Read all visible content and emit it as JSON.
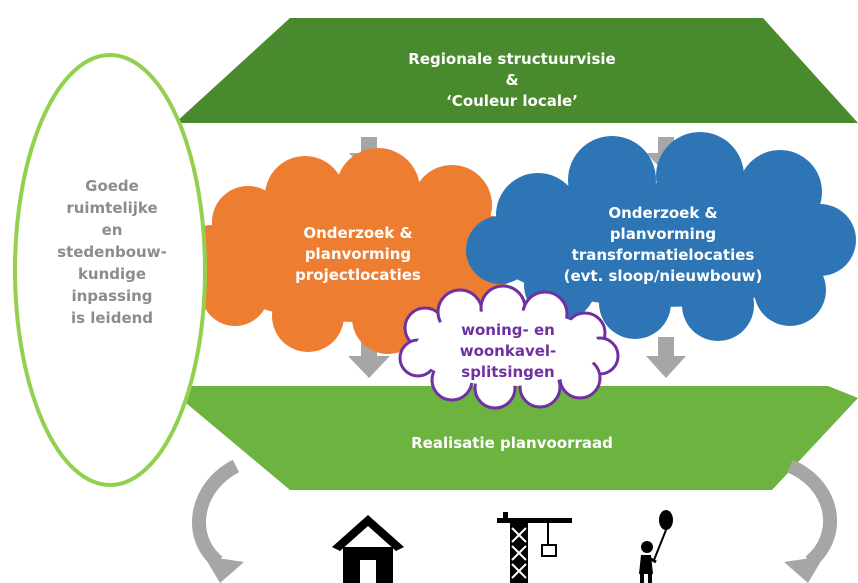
{
  "top_banner": {
    "lines": [
      "Regionale structuurvisie",
      "&",
      "‘Couleur locale’"
    ],
    "color": "#4a8a2e"
  },
  "bottom_banner": {
    "label": "Realisatie planvoorraad",
    "color": "#6db33f"
  },
  "side_oval": {
    "lines": [
      "Goede",
      "ruimtelijke",
      "en",
      "stedenbouw-",
      "kundige",
      "inpassing",
      "is leidend"
    ],
    "border_color": "#92d050"
  },
  "cloud_orange": {
    "lines": [
      "Onderzoek &",
      "planvorming",
      "projectlocaties"
    ],
    "color": "#ed7d31"
  },
  "cloud_blue": {
    "lines": [
      "Onderzoek &",
      "planvorming",
      "transformatielocaties",
      "(evt. sloop/nieuwbouw)"
    ],
    "color": "#2e75b6"
  },
  "cloud_small": {
    "lines": [
      "woning- en",
      "woonkavel-",
      "splitsingen"
    ],
    "border_color": "#7030a0"
  },
  "icons": [
    "house-icon",
    "crane-icon",
    "person-balloon-icon"
  ]
}
